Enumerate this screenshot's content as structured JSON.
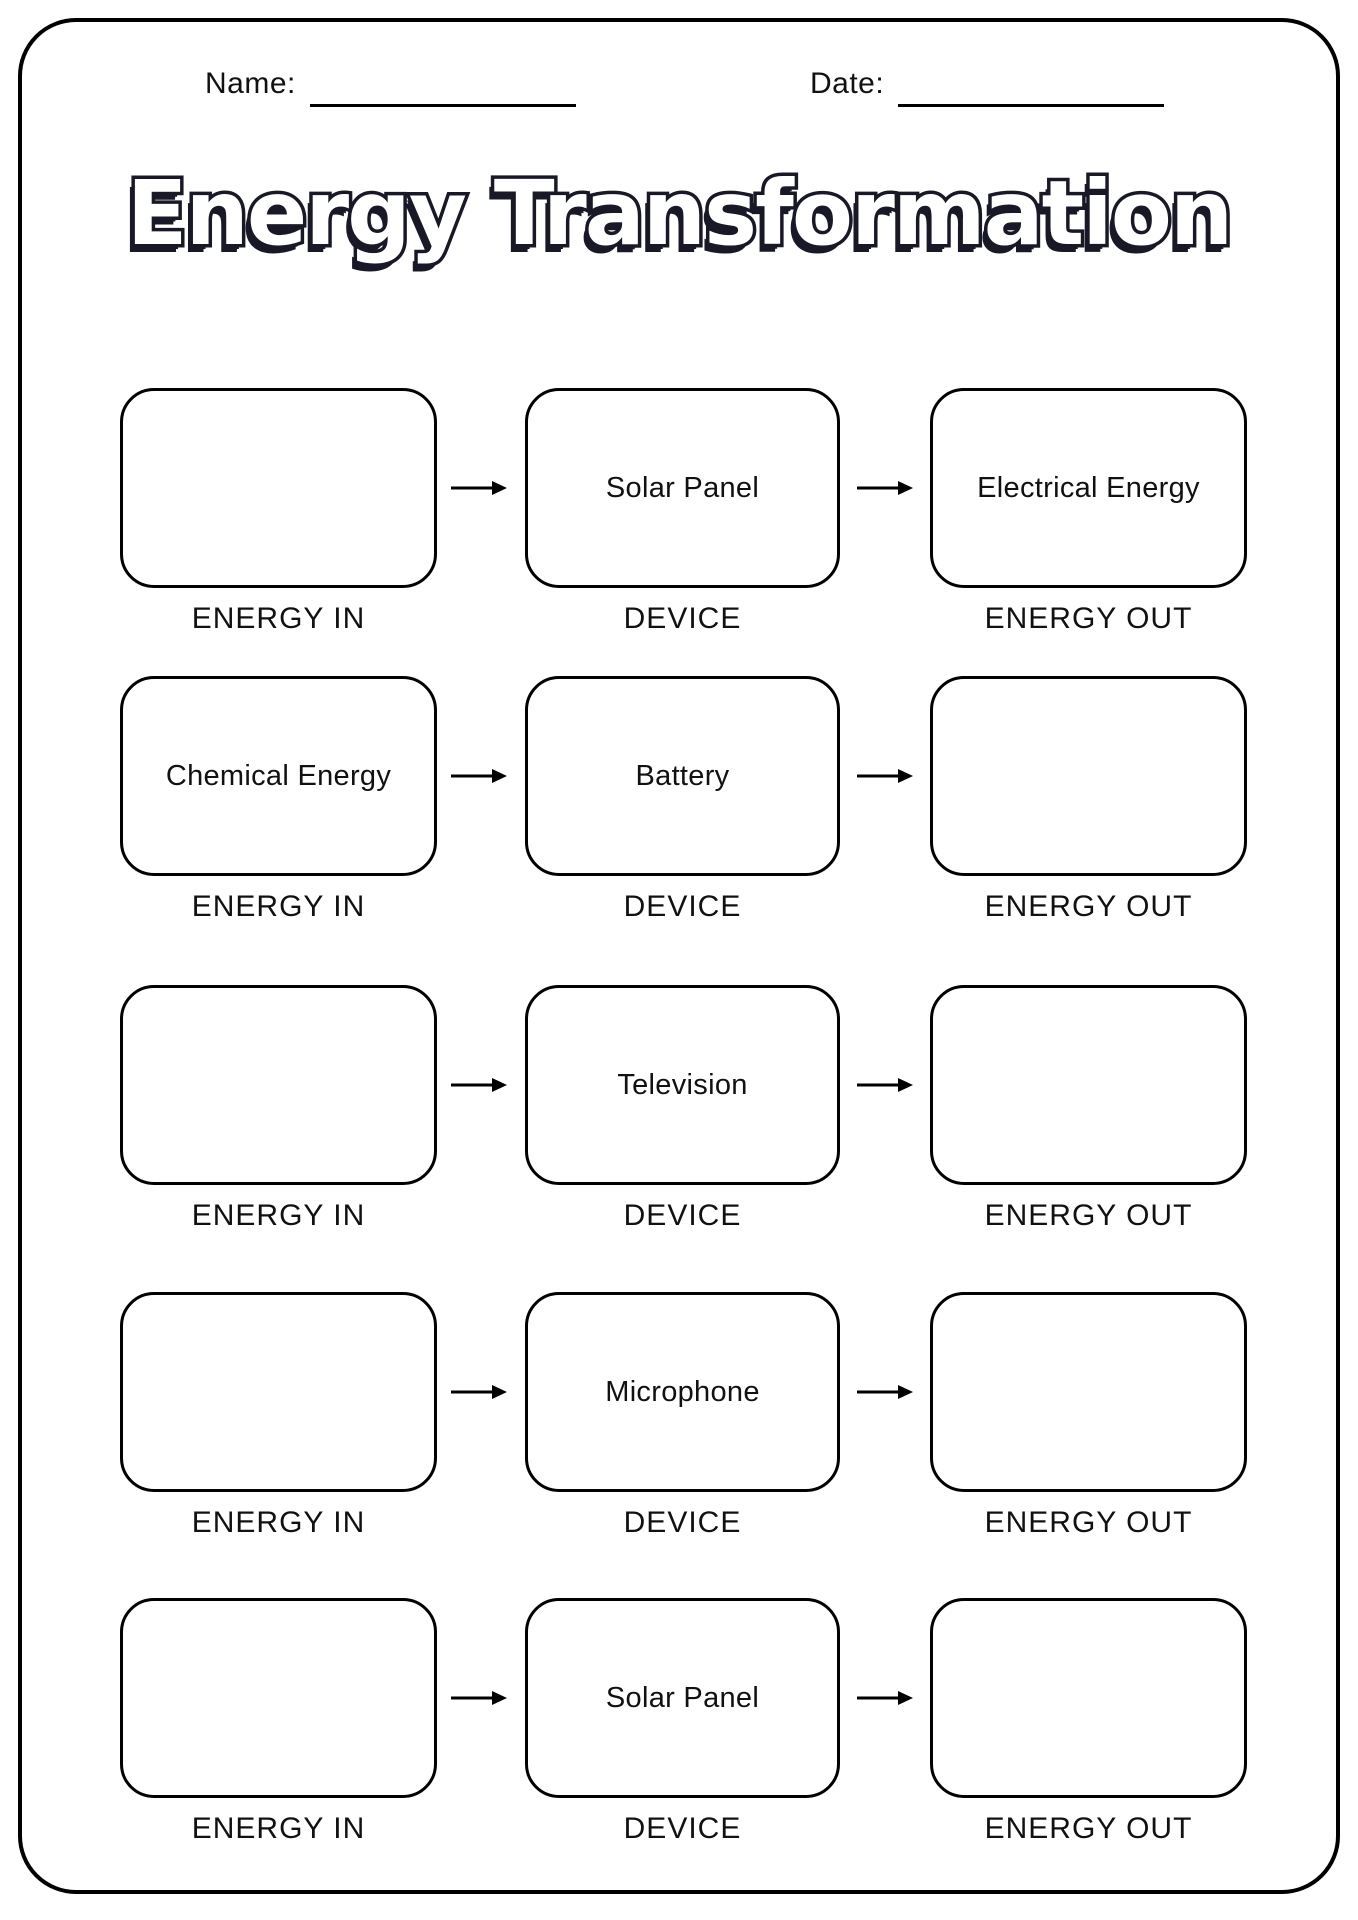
{
  "header": {
    "name_label": "Name:",
    "date_label": "Date:"
  },
  "title": "Energy Transformation",
  "column_labels": {
    "energy_in": "ENERGY IN",
    "device": "DEVICE",
    "energy_out": "ENERGY OUT"
  },
  "rows": [
    {
      "energy_in": "",
      "device": "Solar Panel",
      "energy_out": "Electrical Energy"
    },
    {
      "energy_in": "Chemical Energy",
      "device": "Battery",
      "energy_out": ""
    },
    {
      "energy_in": "",
      "device": "Television",
      "energy_out": ""
    },
    {
      "energy_in": "",
      "device": "Microphone",
      "energy_out": ""
    },
    {
      "energy_in": "",
      "device": "Solar Panel",
      "energy_out": ""
    }
  ],
  "colors": {
    "ink": "#111111",
    "title_outline": "#181826",
    "background": "#ffffff"
  }
}
